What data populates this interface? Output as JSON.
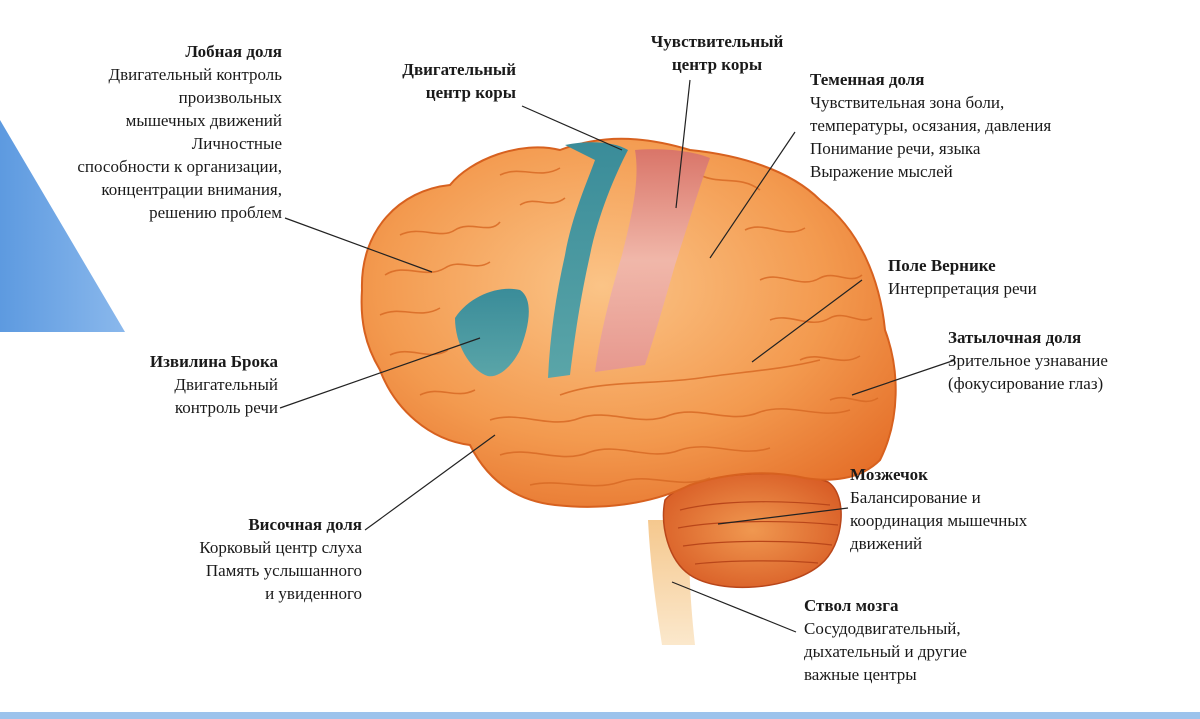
{
  "labels": {
    "frontal": {
      "title": "Лобная доля",
      "lines": [
        "Двигательный контроль",
        "произвольных",
        "мышечных движений",
        "Личностные",
        "способности к организации,",
        "концентрации внимания,",
        "решению проблем"
      ]
    },
    "motor": {
      "title_lines": [
        "Двигательный",
        "центр коры"
      ]
    },
    "sensory": {
      "title_lines": [
        "Чувствительный",
        "центр коры"
      ]
    },
    "parietal": {
      "title": "Теменная доля",
      "lines": [
        "Чувствительная зона боли,",
        "температуры, осязания, давления",
        "Понимание речи, языка",
        "Выражение мыслей"
      ]
    },
    "wernicke": {
      "title": "Поле Вернике",
      "lines": [
        "Интерпретация речи"
      ]
    },
    "occipital": {
      "title": "Затылочная доля",
      "lines": [
        "Зрительное узнавание",
        "(фокусирование глаз)"
      ]
    },
    "broca": {
      "title": "Извилина Брока",
      "lines": [
        "Двигательный",
        "контроль речи"
      ]
    },
    "cerebellum": {
      "title": "Мозжечок",
      "lines": [
        "Балансирование и",
        "координация мышечных",
        "движений"
      ]
    },
    "temporal": {
      "title": "Височная доля",
      "lines": [
        "Корковый центр слуха",
        "Память услышанного",
        "и увиденного"
      ]
    },
    "brainstem": {
      "title": "Ствол мозга",
      "lines": [
        "Сосудодвигательный,",
        "дыхательный и другие",
        "важные центры"
      ]
    }
  },
  "colors": {
    "cortex": "#f6a35a",
    "cortex_dark": "#e8722e",
    "motor_strip": "#3f8fa0",
    "sensory_strip": "#e8a8a0",
    "cerebellum": "#e87a3a",
    "stem": "#f7d7a8",
    "triangle": "#6ea4e0"
  }
}
